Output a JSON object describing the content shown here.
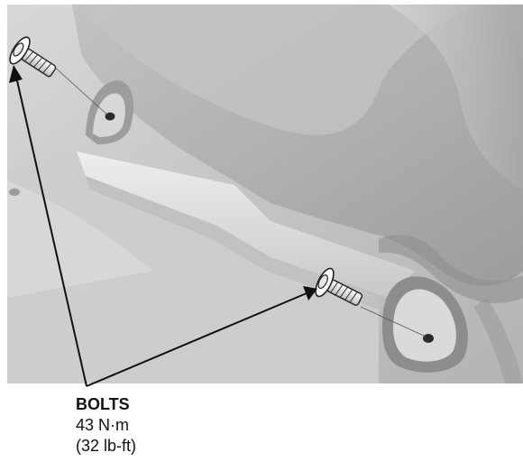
{
  "callout": {
    "title": "BOLTS",
    "torque_metric": "43 N·m",
    "torque_imperial": "(32 lb-ft)"
  },
  "colors": {
    "background": "#ffffff",
    "panel_shade": "#c9c9c9",
    "seat_shade": "#b3b3b3",
    "leader_line": "#111111"
  },
  "icons": [
    "bolt-icon",
    "mounting-hole-icon",
    "leader-arrow-icon"
  ]
}
